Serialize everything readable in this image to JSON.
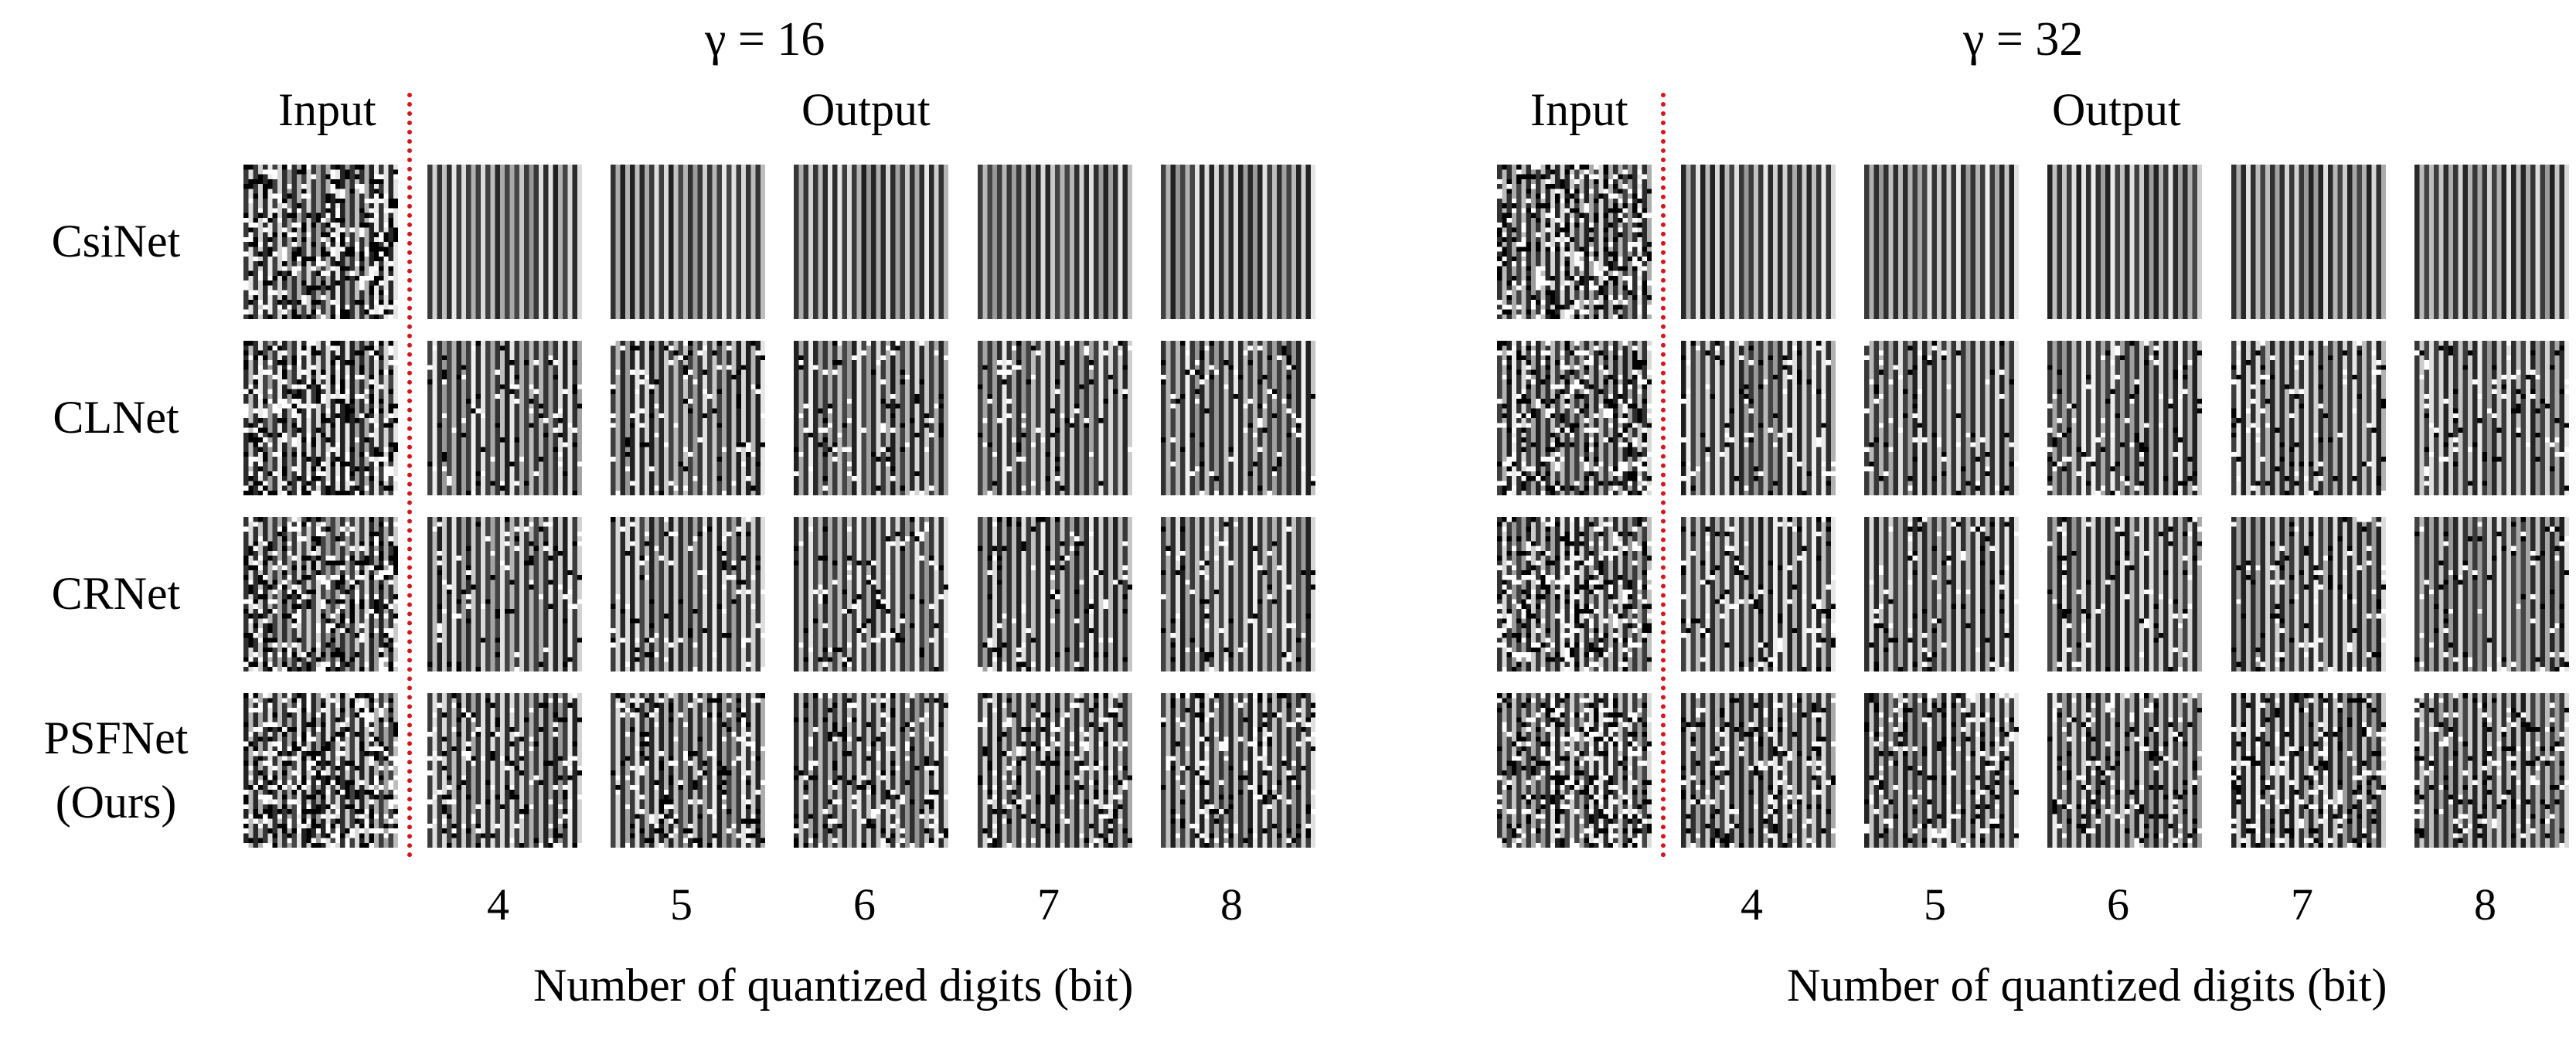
{
  "figure": {
    "panels": [
      {
        "gamma_label": "γ = 16",
        "input_label": "Input",
        "output_label": "Output",
        "x_ticks": [
          "4",
          "5",
          "6",
          "7",
          "8"
        ],
        "x_axis_label": "Number of quantized digits (bit)"
      },
      {
        "gamma_label": "γ = 32",
        "input_label": "Input",
        "output_label": "Output",
        "x_ticks": [
          "4",
          "5",
          "6",
          "7",
          "8"
        ],
        "x_axis_label": "Number of quantized digits (bit)"
      }
    ],
    "rows": [
      {
        "line1": "CsiNet",
        "line2": ""
      },
      {
        "line1": "CLNet",
        "line2": ""
      },
      {
        "line1": "CRNet",
        "line2": ""
      },
      {
        "line1": "PSFNet",
        "line2": "(Ours)"
      }
    ],
    "colors": {
      "separator": "#d4171c",
      "text": "#000000",
      "background": "#ffffff"
    }
  }
}
